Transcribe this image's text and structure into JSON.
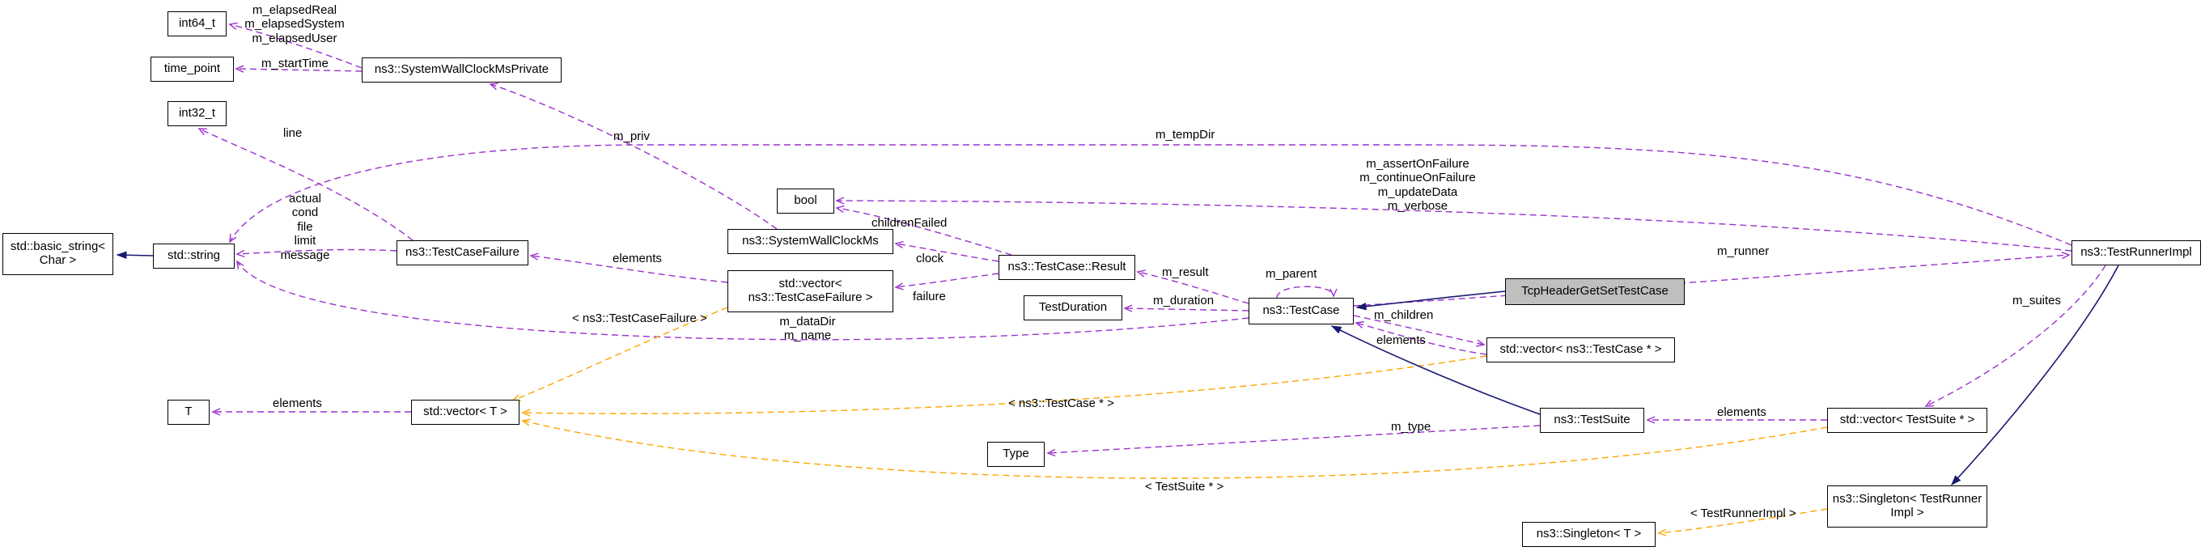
{
  "colors": {
    "usage_edge": "#9a32cd",
    "template_edge": "#ffa500",
    "inheritance_edge": "#191970",
    "node_background": "#ffffff",
    "node_border": "#000000",
    "highlight_background": "#bfbfbf"
  },
  "nodes": [
    {
      "label": "int64_t"
    },
    {
      "label": "time_point"
    },
    {
      "label": "int32_t"
    },
    {
      "label": "std::basic_string< Char >"
    },
    {
      "label": "std::string"
    },
    {
      "label": "ns3::SystemWallClockMsPrivate"
    },
    {
      "label": "ns3::TestCaseFailure"
    },
    {
      "label": "ns3::SystemWallClockMs"
    },
    {
      "label": "bool"
    },
    {
      "label": "std::vector< ns3::TestCaseFailure >"
    },
    {
      "label": "ns3::TestCase::Result"
    },
    {
      "label": "TestDuration"
    },
    {
      "label": "ns3::TestCase"
    },
    {
      "label": "TcpHeaderGetSetTestCase"
    },
    {
      "label": "std::vector< ns3::TestCase * >"
    },
    {
      "label": "ns3::TestRunnerImpl"
    },
    {
      "label": "std::vector< T >"
    },
    {
      "label": "T"
    },
    {
      "label": "ns3::TestSuite"
    },
    {
      "label": "Type"
    },
    {
      "label": "std::vector< TestSuite * >"
    },
    {
      "label": "ns3::Singleton< TestRunner Impl >"
    },
    {
      "label": "ns3::Singleton< T >"
    }
  ],
  "edge_labels": [
    {
      "label": "m_elapsedReal\nm_elapsedSystem\nm_elapsedUser"
    },
    {
      "label": "m_startTime"
    },
    {
      "label": "line"
    },
    {
      "label": "m_priv"
    },
    {
      "label": "m_tempDir"
    },
    {
      "label": "m_assertOnFailure\nm_continueOnFailure\nm_updateData\nm_verbose"
    },
    {
      "label": "childrenFailed"
    },
    {
      "label": "actual\ncond\nfile\nlimit\nmessage"
    },
    {
      "label": "elements"
    },
    {
      "label": "clock"
    },
    {
      "label": "failure"
    },
    {
      "label": "m_result"
    },
    {
      "label": "m_duration"
    },
    {
      "label": "m_parent"
    },
    {
      "label": "m_runner"
    },
    {
      "label": "m_children"
    },
    {
      "label": "elements"
    },
    {
      "label": "< ns3::TestCaseFailure >"
    },
    {
      "label": "m_dataDir\nm_name"
    },
    {
      "label": "m_suites"
    },
    {
      "label": "elements"
    },
    {
      "label": "< ns3::TestCase * >"
    },
    {
      "label": "m_type"
    },
    {
      "label": "elements"
    },
    {
      "label": "< TestSuite * >"
    },
    {
      "label": "< TestRunnerImpl >"
    }
  ]
}
